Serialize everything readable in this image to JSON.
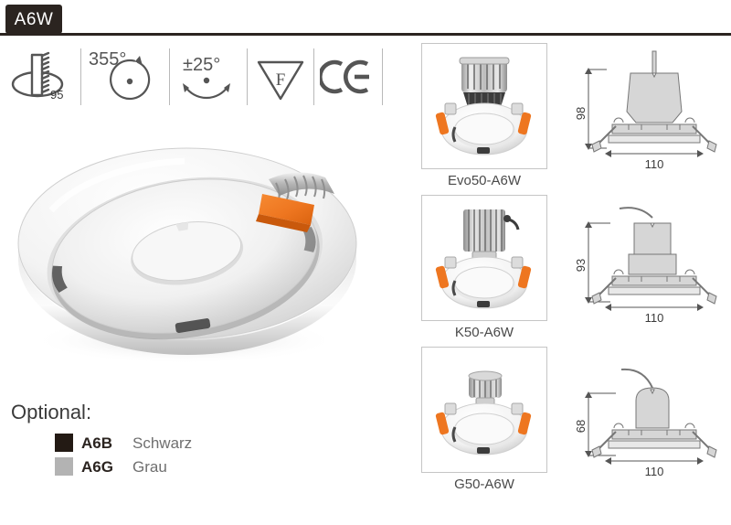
{
  "header": {
    "title": "A6W"
  },
  "spec_icons": [
    {
      "name": "cutout-hole-saw-icon",
      "value": "95",
      "label": "cutout diameter"
    },
    {
      "name": "rotation-355-icon",
      "value": "355°",
      "label": "horizontal rotation"
    },
    {
      "name": "tilt-25-icon",
      "value": "±25°",
      "label": "tilt angle"
    },
    {
      "name": "f-mark-icon",
      "value": "F",
      "label": "F mark"
    },
    {
      "name": "ce-mark-icon",
      "value": "CE",
      "label": "CE marking"
    }
  ],
  "hero": {
    "name": "a6w-downlight-frame",
    "alt": "White tiltable recessed downlight ring with orange spring clips"
  },
  "optional": {
    "title": "Optional:",
    "items": [
      {
        "code": "A6B",
        "name": "Schwarz",
        "color": "#231a14"
      },
      {
        "code": "A6G",
        "name": "Grau",
        "color": "#b3b3b3"
      }
    ]
  },
  "products": [
    {
      "caption": "Evo50-A6W",
      "image_name": "evo50-a6w-product-photo"
    },
    {
      "caption": "K50-A6W",
      "image_name": "k50-a6w-product-photo"
    },
    {
      "caption": "G50-A6W",
      "image_name": "g50-a6w-product-photo"
    }
  ],
  "drawings": [
    {
      "name": "evo50-a6w-dimension-drawing",
      "height": "98",
      "width": "110"
    },
    {
      "name": "k50-a6w-dimension-drawing",
      "height": "93",
      "width": "110"
    },
    {
      "name": "g50-a6w-dimension-drawing",
      "height": "68",
      "width": "110"
    }
  ],
  "colors": {
    "header_dark": "#2b2420",
    "accent_orange": "#ef7722",
    "icon_gray": "#555555",
    "border_gray": "#c5c5c5"
  }
}
